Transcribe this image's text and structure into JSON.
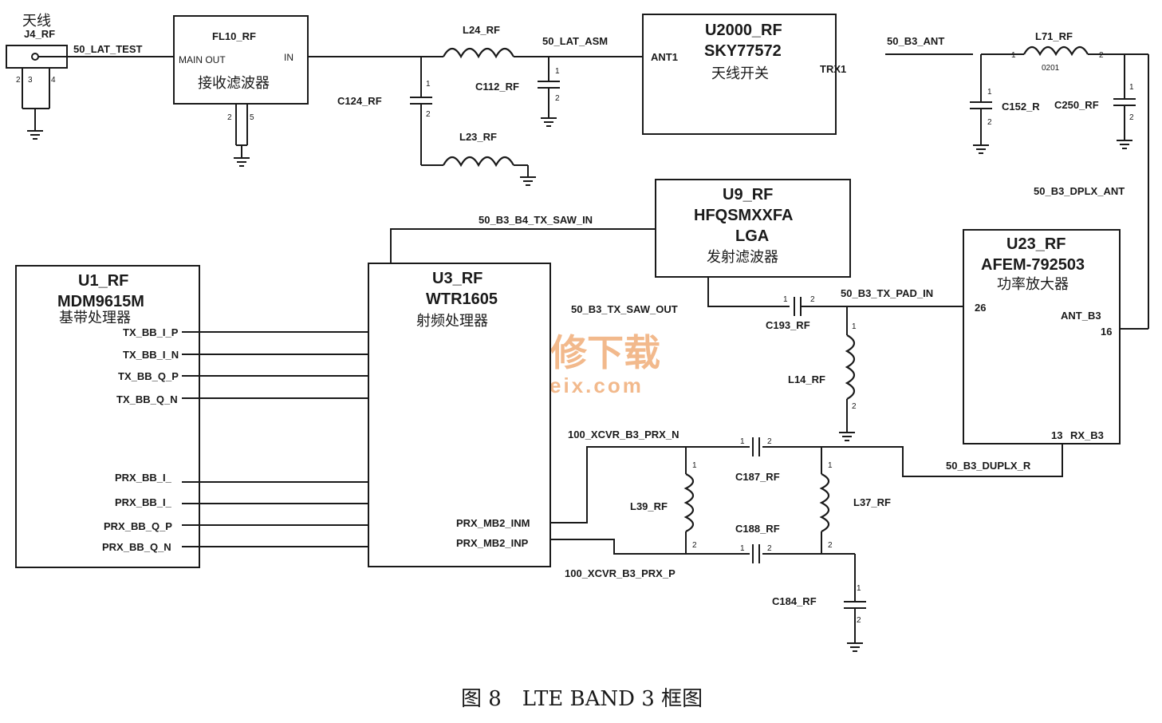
{
  "blocks": {
    "j4": {
      "cn": "天线",
      "ref": "J4_RF"
    },
    "fl10": {
      "ref": "FL10_RF",
      "pin_main_out": "MAIN OUT",
      "pin_in": "IN",
      "cn": "接收滤波器"
    },
    "u2000": {
      "ref": "U2000_RF",
      "part": "SKY77572",
      "cn": "天线开关",
      "pin_ant1": "ANT1",
      "pin_trx1": "TRX1"
    },
    "u9": {
      "ref": "U9_RF",
      "part": "HFQSMXXFA",
      "package": "LGA",
      "cn": "发射滤波器"
    },
    "u1": {
      "ref": "U1_RF",
      "part": "MDM9615M",
      "cn": "基带处理器"
    },
    "u3": {
      "ref": "U3_RF",
      "part": "WTR1605",
      "cn": "射频处理器",
      "pin_inm": "PRX_MB2_INM",
      "pin_inp": "PRX_MB2_INP"
    },
    "u23": {
      "ref": "U23_RF",
      "part": "AFEM-792503",
      "cn": "功率放大器",
      "pin_26": "26",
      "pin_ant_b3": "ANT_B3",
      "pin_16": "16",
      "pin_13": "13",
      "pin_rx_b3": "RX_B3"
    }
  },
  "components": {
    "l24": "L24_RF",
    "l23": "L23_RF",
    "c124": "C124_RF",
    "c112": "C112_RF",
    "l71": "L71_RF",
    "l71_size": "0201",
    "c152": "C152_R",
    "c250": "C250_RF",
    "c193": "C193_RF",
    "l14": "L14_RF",
    "c187": "C187_RF",
    "c188": "C188_RF",
    "l39": "L39_RF",
    "l37": "L37_RF",
    "c184": "C184_RF"
  },
  "nets": {
    "lat_test": "50_LAT_TEST",
    "lat_asm": "50_LAT_ASM",
    "b3_ant": "50_B3_ANT",
    "b3_dplx_ant": "50_B3_DPLX_ANT",
    "tx_saw_in": "50_B3_B4_TX_SAW_IN",
    "tx_saw_out": "50_B3_TX_SAW_OUT",
    "tx_pad_in": "50_B3_TX_PAD_IN",
    "prx_n": "100_XCVR_B3_PRX_N",
    "prx_p": "100_XCVR_B3_PRX_P",
    "duplx_r": "50_B3_DUPLX_R"
  },
  "baseband_signals": [
    "TX_BB_I_P",
    "TX_BB_I_N",
    "TX_BB_Q_P",
    "TX_BB_Q_N",
    "PRX_BB_I_",
    "PRX_BB_I_",
    "PRX_BB_Q_P",
    "PRX_BB_Q_N"
  ],
  "pin_numbers": {
    "one": "1",
    "two": "2",
    "five": "5",
    "four": "4"
  },
  "watermark": {
    "text": "精通维修下载",
    "url": "www.gzweix.com"
  },
  "caption": "图 8　LTE BAND 3 框图",
  "colors": {
    "line": "#1a1a1a",
    "watermark": "#f2b98c"
  }
}
